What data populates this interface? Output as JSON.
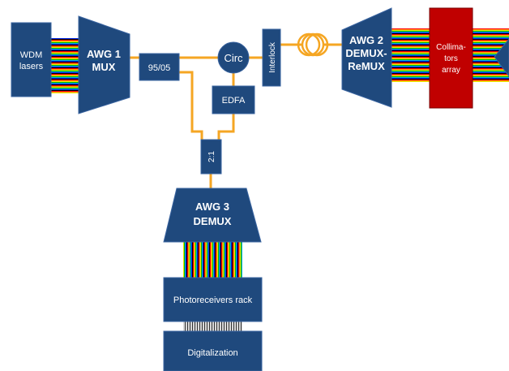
{
  "labels": {
    "wdm_lasers_line1": "WDM",
    "wdm_lasers_line2": "lasers",
    "awg1_line1": "AWG 1",
    "awg1_line2": "MUX",
    "coupler_9505": "95/05",
    "circ": "Circ",
    "interlock": "Interlock",
    "edfa": "EDFA",
    "awg2_line1": "AWG 2",
    "awg2_line2": "DEMUX-",
    "awg2_line3": "ReMUX",
    "collimators_line1": "Collima-",
    "collimators_line2": "tors",
    "collimators_line3": "array",
    "coupler_21": "2:1",
    "awg3_line1": "AWG 3",
    "awg3_line2": "DEMUX",
    "photoreceivers": "Photoreceivers rack",
    "digitalization": "Digitalization"
  },
  "colors": {
    "box_fill": "#1f497d",
    "box_stroke": "#3a64a0",
    "fiber": "#f5a623",
    "collimators_fill": "#c00000",
    "collimators_stroke": "#7a0000",
    "spectrum": [
      "#ff0000",
      "#ff8000",
      "#ffff00",
      "#00c000",
      "#00c0ff",
      "#0000ff",
      "#6000c0",
      "#000000"
    ]
  }
}
